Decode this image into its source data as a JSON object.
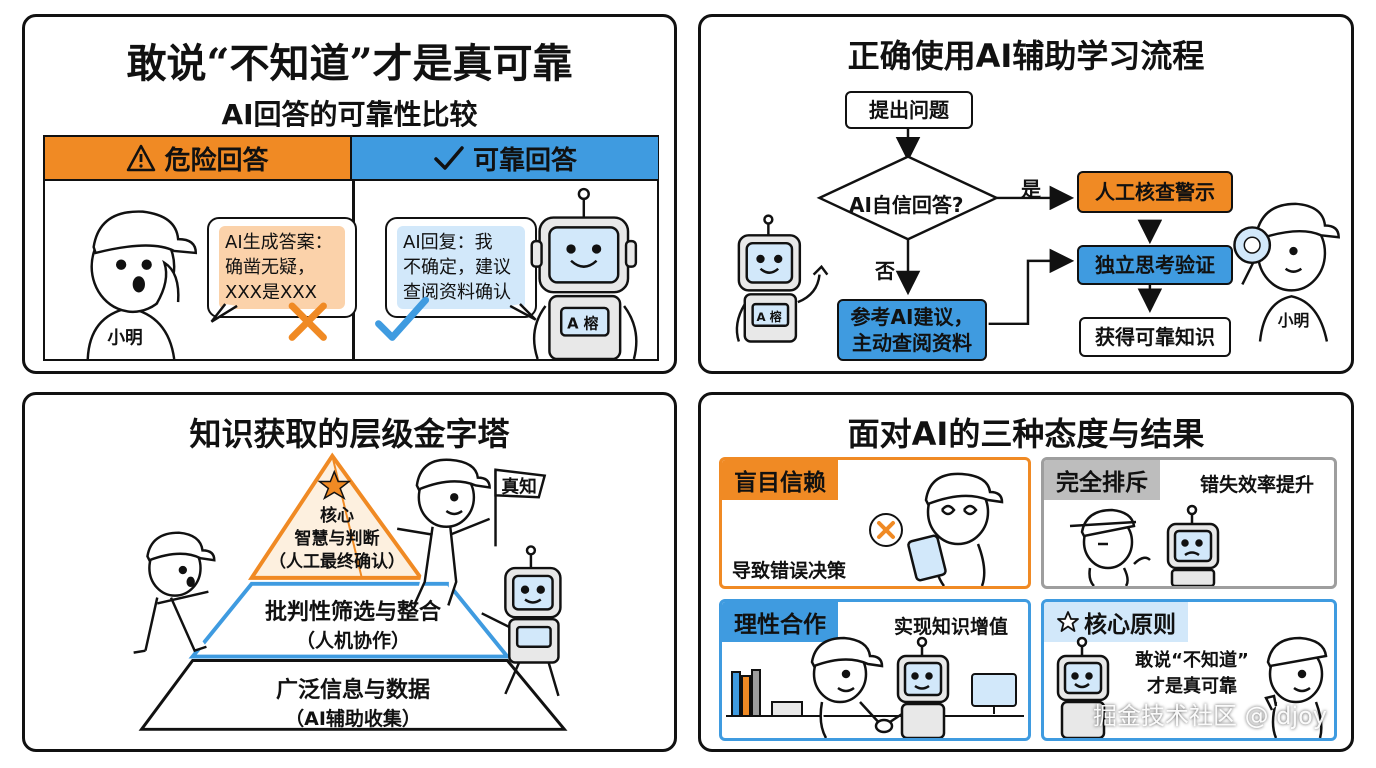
{
  "panel1": {
    "title": "敢说“不知道”才是真可靠",
    "subtitle": "AI回答的可靠性比较",
    "danger_header": "危险回答",
    "safe_header": "可靠回答",
    "danger_bubble": [
      "AI生成答案：",
      "确凿无疑，",
      "XXX是XXX"
    ],
    "safe_bubble": [
      "AI回复：我",
      "不确定，建议",
      "查阅资料确认"
    ],
    "person_label": "小明",
    "robot_badge": "A 榕"
  },
  "panel2": {
    "title": "正确使用AI辅助学习流程",
    "nodes": {
      "ask": "提出问题",
      "decision": "AI自信回答?",
      "review": "人工核查警示",
      "verify": "独立思考验证",
      "reference": [
        "参考AI建议，",
        "主动查阅资料"
      ],
      "result": "获得可靠知识"
    },
    "yes_label": "是",
    "no_label": "否",
    "person_label": "小明",
    "robot_badge": "A 榕"
  },
  "panel3": {
    "title": "知识获取的层级金字塔",
    "top": [
      "核心",
      "智慧与判断",
      "（人工最终确认）"
    ],
    "middle": [
      "批判性筛选与整合",
      "（人机协作）"
    ],
    "bottom": [
      "广泛信息与数据",
      "（AI辅助收集）"
    ],
    "flag": "真知"
  },
  "panel4": {
    "title": "面对AI的三种态度与结果",
    "blind": {
      "tag": "盲目信赖",
      "result": "导致错误决策"
    },
    "reject": {
      "tag": "完全排斥",
      "result": "错失效率提升"
    },
    "rational": {
      "tag": "理性合作",
      "result": "实现知识增值"
    },
    "core": {
      "tag": "核心原则",
      "quote": [
        "敢说“不知道”",
        "才是真可靠"
      ]
    }
  },
  "watermark": "掘金技术社区 @ djoy",
  "colors": {
    "orange": "#f08a24",
    "blue": "#3f9be0",
    "light_orange": "#fbd2aa",
    "light_blue": "#d2e8fa",
    "gray": "#9e9e9e"
  }
}
